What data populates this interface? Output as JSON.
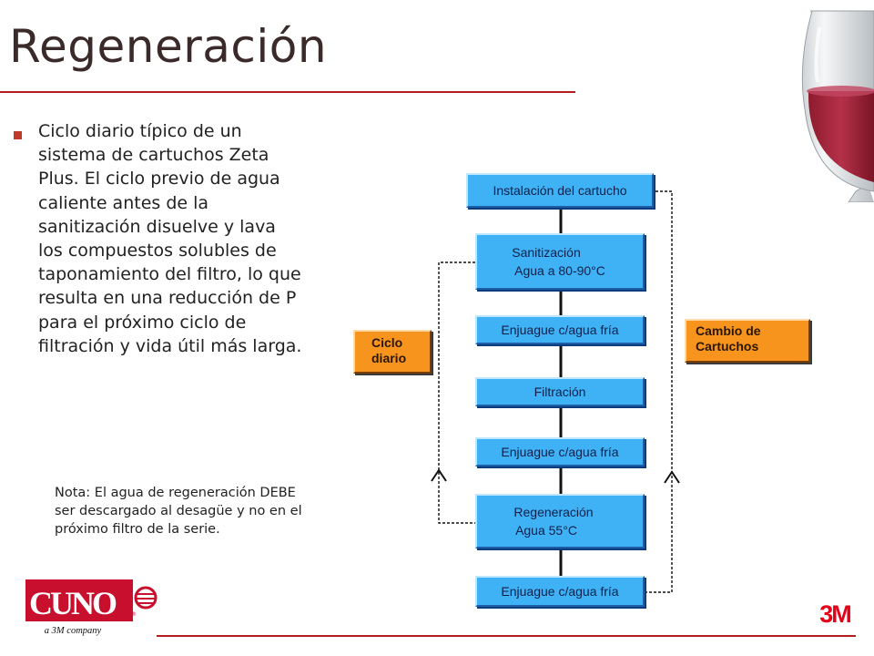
{
  "slide": {
    "title": "Regeneración",
    "body": "Ciclo diario típico de un sistema de cartuchos Zeta Plus. El ciclo previo de agua caliente antes de la sanitización disuelve y lava los compuestos solubles de taponamiento del filtro, lo que resulta en una reducción de P para el próximo ciclo de filtración y vida útil más larga.",
    "note_lines": [
      "Nota: El agua de regeneración DEBE",
      " ser descargado al desagüe y no en el",
      "próximo filtro de la serie."
    ]
  },
  "flow": {
    "install": "Instalación del cartucho",
    "sanitize_1": "Sanitización",
    "sanitize_2": "Agua a 80-90°C",
    "rinse_1": "Enjuague c/agua fría",
    "filtration": "Filtración",
    "rinse_2": "Enjuague c/agua fría",
    "regen_1": "Regeneración",
    "regen_2": "Agua 55°C",
    "rinse_3": "Enjuague c/agua fría"
  },
  "side_labels": {
    "daily_1": "Ciclo",
    "daily_2": "diario",
    "change_1": "Cambio de",
    "change_2": "Cartuchos"
  },
  "logos": {
    "cuno": "CUNO",
    "cuno_sub": "a 3M company",
    "m3": "3M"
  },
  "colors": {
    "flow_box": "#3fb1f5",
    "side_box": "#f7941d",
    "rule": "#b21e1e"
  }
}
